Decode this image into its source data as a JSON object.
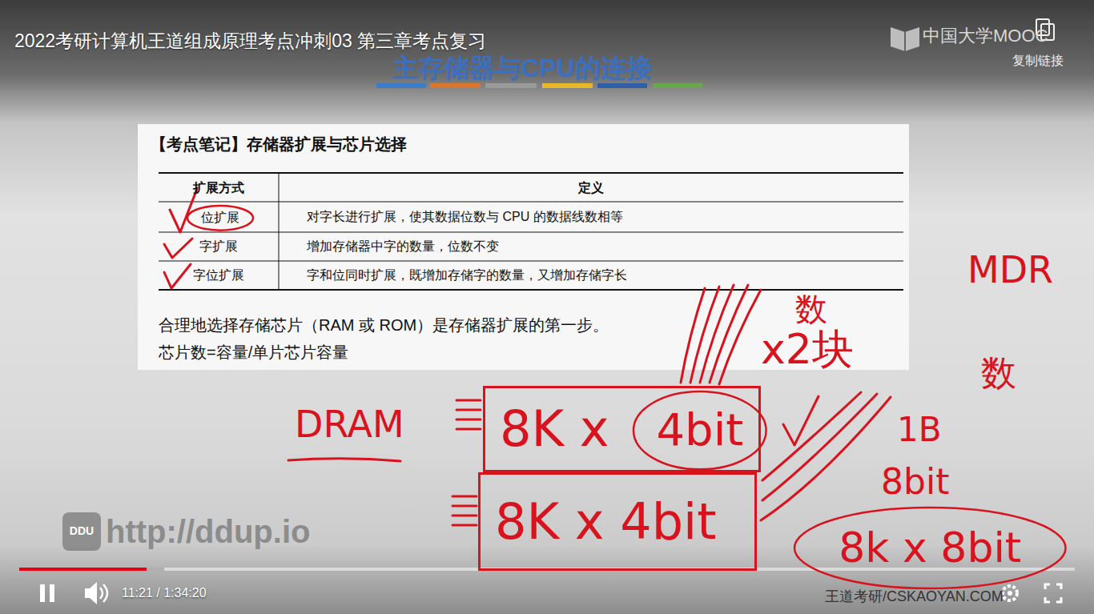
{
  "diagram": {
    "title": "2022考研计算机王道组成原理考点冲刺03 第三章考点复习",
    "nodes": [
      {
        "text": [
          "位扩展"
        ]
      },
      {
        "text": [
          "8K x"
        ]
      },
      {
        "text": [
          "4bit"
        ],
        "in": 1
      },
      {
        "text": [
          "8K x 4bit"
        ]
      },
      {
        "text": [
          "8k x 8bit"
        ]
      }
    ],
    "labels": [
      "主存储器与CPU的连接",
      "中国大学MOOC",
      "复制链接",
      "【考点笔记】存储器扩展与芯片选择",
      "扩展方式",
      "定义",
      "对字长进行扩展，使其数据位数与 CPU 的数据线数相等",
      "字扩展",
      "增加存储器中字的数量，位数不变",
      "字位扩展",
      "字和位同时扩展，既增加存储字的数量，又增加存储字长",
      "合理地选择存储芯片（RAM 或 ROM）是存储器扩展的第一步。",
      "芯片数=容量/单片芯片容量",
      "MDR",
      "数",
      "x2块",
      "数",
      "DRAM",
      "1B",
      "8bit",
      "DDU",
      "http://ddup.io",
      "11:21 / 1:34:20",
      "王道考研/CSKAOYAN.COM"
    ]
  }
}
